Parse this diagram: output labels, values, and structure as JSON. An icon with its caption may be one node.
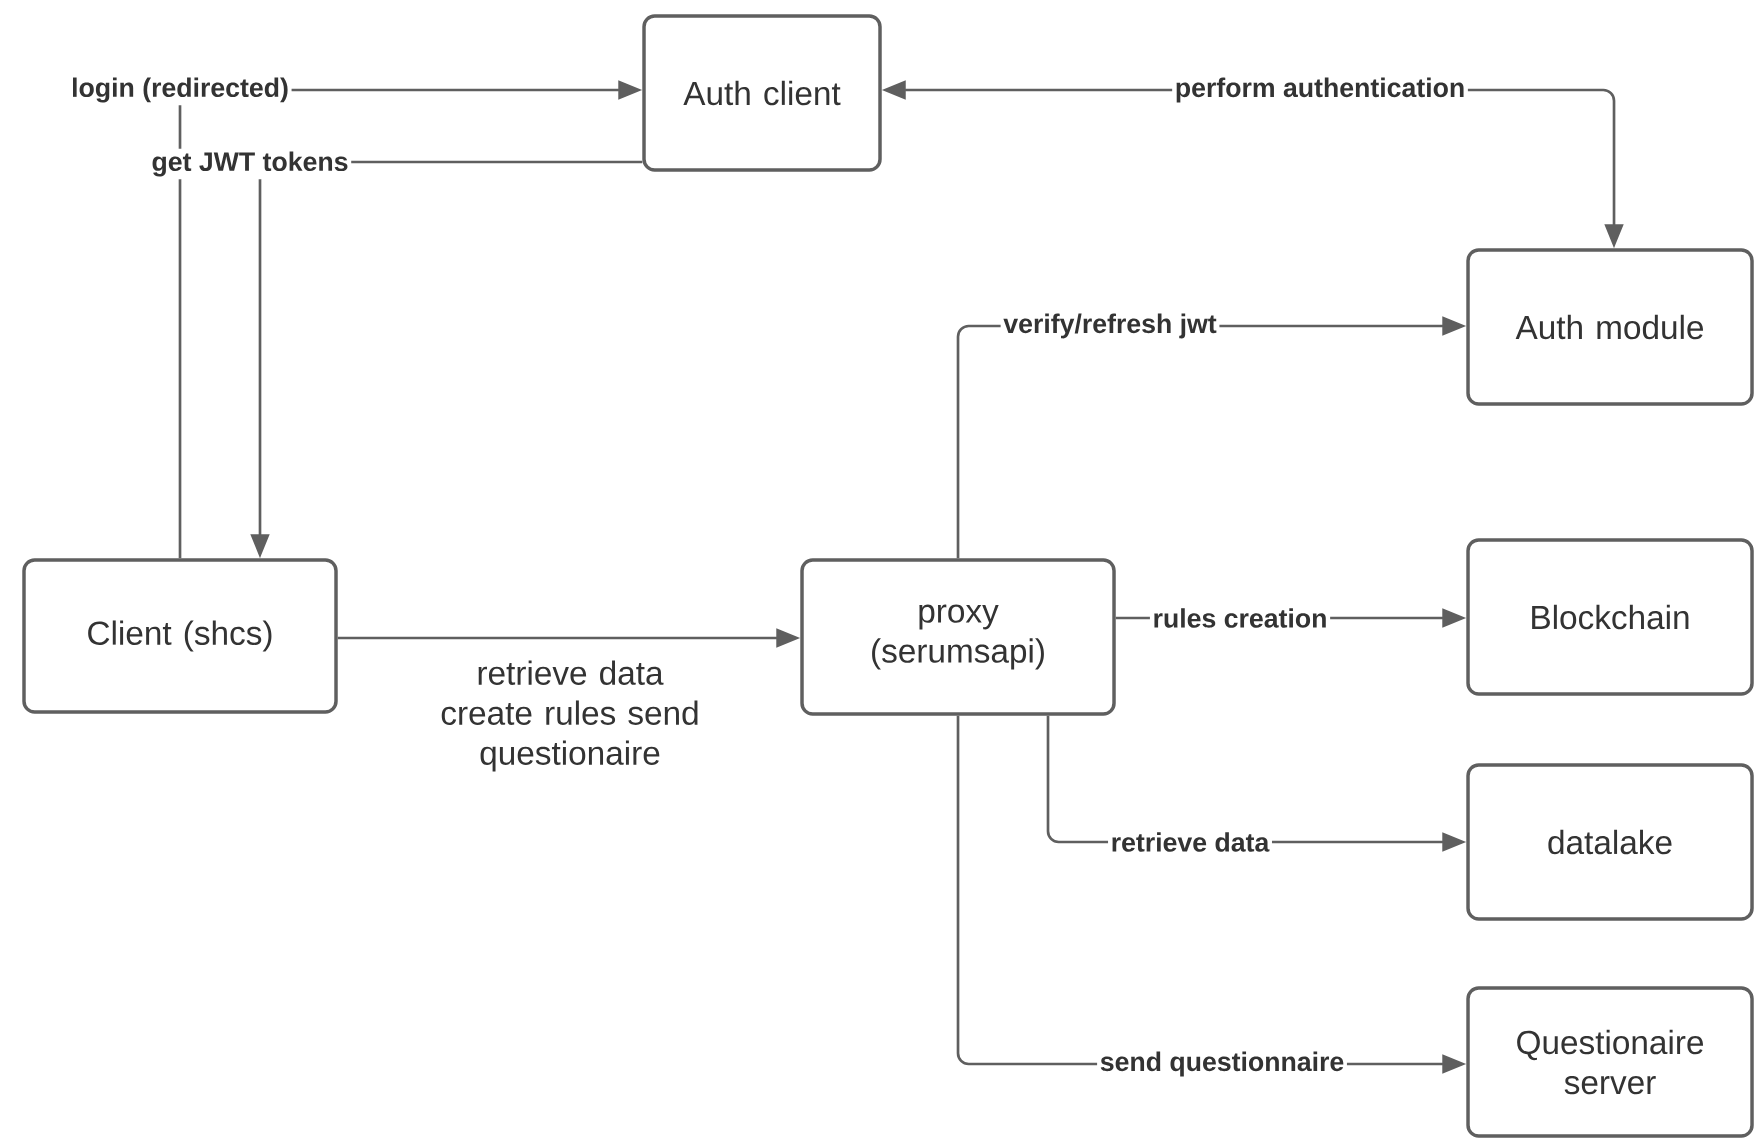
{
  "diagram": {
    "nodes": [
      {
        "text": [
          "Auth client"
        ]
      },
      {
        "text": [
          "Auth module"
        ]
      },
      {
        "text": [
          "Client (shcs)"
        ]
      },
      {
        "text": [
          "proxy (serumsapi)"
        ]
      },
      {
        "text": [
          "Blockchain"
        ]
      },
      {
        "text": [
          "datalake"
        ]
      },
      {
        "text": [
          "Questionaire server"
        ]
      }
    ],
    "edges": [
      {
        "from": 2,
        "to": 0,
        "arrow": "to",
        "label": "login (redirected)"
      },
      {
        "from": 0,
        "to": 2,
        "arrow": "to",
        "label": "get JWT tokens"
      },
      {
        "from": 0,
        "to": 1,
        "arrow": "both",
        "label": "perform authentication"
      },
      {
        "from": 2,
        "to": 3,
        "arrow": "to",
        "label": "retrieve data create rules send questionaire"
      },
      {
        "from": 3,
        "to": 1,
        "arrow": "to",
        "label": "verify/refresh jwt"
      },
      {
        "from": 3,
        "to": 4,
        "arrow": "to",
        "label": "rules creation"
      },
      {
        "from": 3,
        "to": 5,
        "arrow": "to",
        "label": "retrieve data"
      },
      {
        "from": 3,
        "to": 6,
        "arrow": "to",
        "label": "send questionnaire"
      }
    ]
  }
}
